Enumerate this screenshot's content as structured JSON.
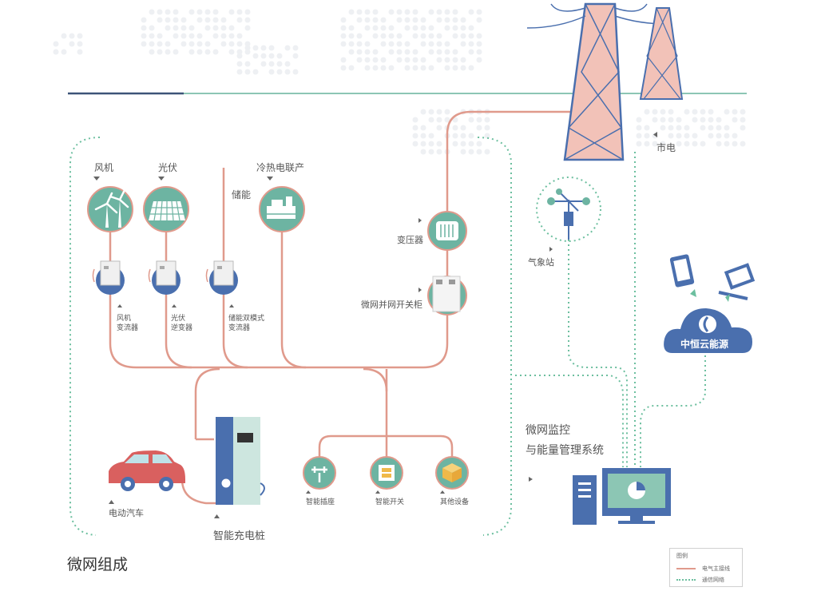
{
  "title": "微网组成",
  "grid": {
    "label": "市电"
  },
  "sources": {
    "wind": "风机",
    "pv": "光伏",
    "storage": "储能",
    "cchp": "冷热电联产"
  },
  "converters": {
    "wind": "风机\n变流器",
    "pv": "光伏\n逆变器",
    "storage": "储能双模式\n变流器"
  },
  "transformer": "变压器",
  "switchgear": "微网并网开关柜",
  "weather": "气象站",
  "ev": "电动汽车",
  "charger": "智能充电桩",
  "loads": {
    "socket": "智能插座",
    "switch": "智能开关",
    "other": "其他设备"
  },
  "monitor": {
    "line1": "微网监控",
    "line2": "与能量管理系统"
  },
  "cloud": {
    "label": "中恒云能源"
  },
  "legend": {
    "title": "图例",
    "power": "电气主接线",
    "comm": "通信网络"
  },
  "colors": {
    "power_line": "#e09a8c",
    "comm_line": "#6cbf9f",
    "teal": "#6db4a2",
    "blue": "#4a6fae",
    "tower": "#f2c2b8",
    "car": "#d9605f"
  }
}
